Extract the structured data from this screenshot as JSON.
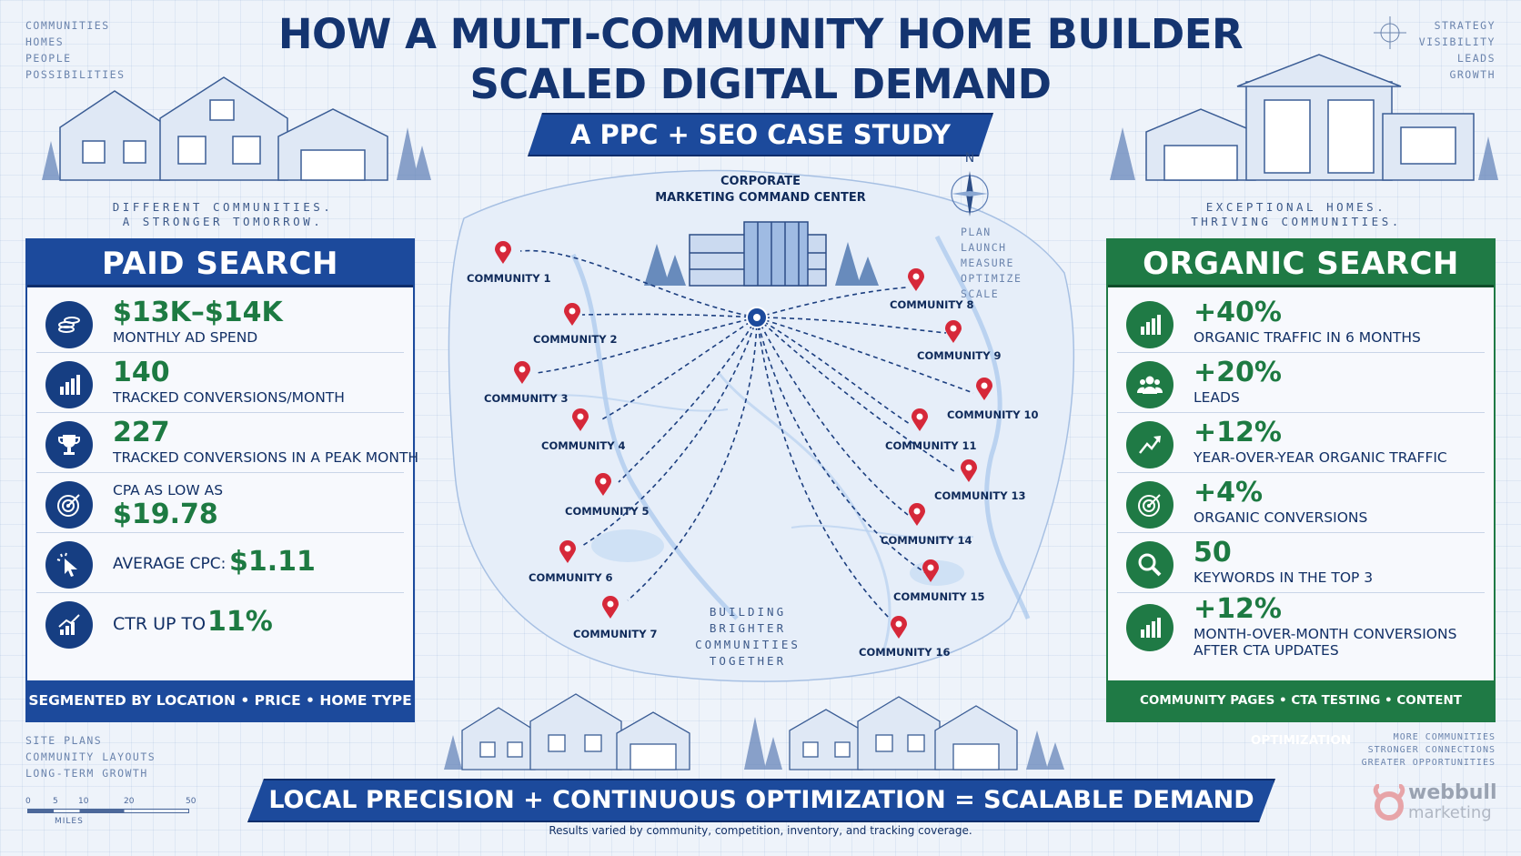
{
  "title_line1": "HOW A MULTI-COMMUNITY HOME BUILDER",
  "title_line2": "SCALED DIGITAL DEMAND",
  "subtitle": "A PPC + SEO CASE STUDY",
  "top_left_words": [
    "COMMUNITIES",
    "HOMES",
    "PEOPLE",
    "POSSIBILITIES"
  ],
  "top_right_words": [
    "STRATEGY",
    "VISIBILITY",
    "LEADS",
    "GROWTH"
  ],
  "left_tagline": [
    "DIFFERENT COMMUNITIES.",
    "A STRONGER TOMORROW."
  ],
  "right_tagline": [
    "EXCEPTIONAL HOMES.",
    "THRIVING COMMUNITIES."
  ],
  "command_center": [
    "CORPORATE",
    "MARKETING COMMAND CENTER"
  ],
  "compass_label": "N",
  "process_steps": [
    "PLAN",
    "LAUNCH",
    "MEASURE",
    "OPTIMIZE",
    "SCALE"
  ],
  "map_tagline": [
    "BUILDING",
    "BRIGHTER",
    "COMMUNITIES",
    "TOGETHER"
  ],
  "communities": [
    "COMMUNITY 1",
    "COMMUNITY 2",
    "COMMUNITY 3",
    "COMMUNITY 4",
    "COMMUNITY 5",
    "COMMUNITY 6",
    "COMMUNITY 7",
    "COMMUNITY 8",
    "COMMUNITY 9",
    "COMMUNITY 10",
    "COMMUNITY 11",
    "COMMUNITY 13",
    "COMMUNITY 14",
    "COMMUNITY 15",
    "COMMUNITY 16"
  ],
  "paid": {
    "heading": "PAID SEARCH",
    "rows": [
      {
        "icon": "coins-icon",
        "big": "$13K–$14K",
        "small": "MONTHLY AD SPEND"
      },
      {
        "icon": "bar-chart-icon",
        "big": "140",
        "small": "TRACKED CONVERSIONS/MONTH"
      },
      {
        "icon": "trophy-icon",
        "big": "227",
        "small": "TRACKED CONVERSIONS IN A PEAK MONTH"
      },
      {
        "icon": "target-icon",
        "pre": "CPA AS LOW AS",
        "big": "$19.78"
      },
      {
        "icon": "cursor-click-icon",
        "pre": "AVERAGE CPC:",
        "big": "$1.11"
      },
      {
        "icon": "trend-up-icon",
        "pre": "CTR UP TO",
        "big": "11%"
      }
    ],
    "footer": "SEGMENTED BY LOCATION • PRICE • HOME TYPE"
  },
  "organic": {
    "heading": "ORGANIC SEARCH",
    "rows": [
      {
        "icon": "bar-chart-icon",
        "big": "+40%",
        "small": "ORGANIC TRAFFIC IN 6 MONTHS"
      },
      {
        "icon": "users-icon",
        "big": "+20%",
        "small": "LEADS"
      },
      {
        "icon": "trend-arrow-icon",
        "big": "+12%",
        "small": "YEAR-OVER-YEAR ORGANIC TRAFFIC"
      },
      {
        "icon": "target-icon",
        "big": "+4%",
        "small": "ORGANIC CONVERSIONS"
      },
      {
        "icon": "search-icon",
        "big": "50",
        "small": "KEYWORDS IN THE TOP 3"
      },
      {
        "icon": "bar-chart-icon",
        "big": "+12%",
        "small": "MONTH-OVER-MONTH CONVERSIONS",
        "small2": "AFTER CTA UPDATES"
      }
    ],
    "footer": "COMMUNITY PAGES • CTA TESTING • CONTENT OPTIMIZATION"
  },
  "bottom_left_words": [
    "SITE PLANS",
    "COMMUNITY LAYOUTS",
    "LONG-TERM GROWTH"
  ],
  "scale_ticks": [
    "0",
    "5",
    "10",
    "20",
    "50"
  ],
  "scale_unit": "MILES",
  "bottom_right_words": [
    "MORE COMMUNITIES",
    "STRONGER CONNECTIONS",
    "GREATER OPPORTUNITIES"
  ],
  "banner": "LOCAL PRECISION + CONTINUOUS OPTIMIZATION = SCALABLE DEMAND",
  "disclaimer": "Results varied by community, competition, inventory, and tracking coverage.",
  "brand": [
    "webbull",
    "marketing"
  ],
  "colors": {
    "navy": "#1c4a9c",
    "green": "#1f7a45",
    "pin": "#d62839",
    "stat_green": "#1d7a42"
  }
}
